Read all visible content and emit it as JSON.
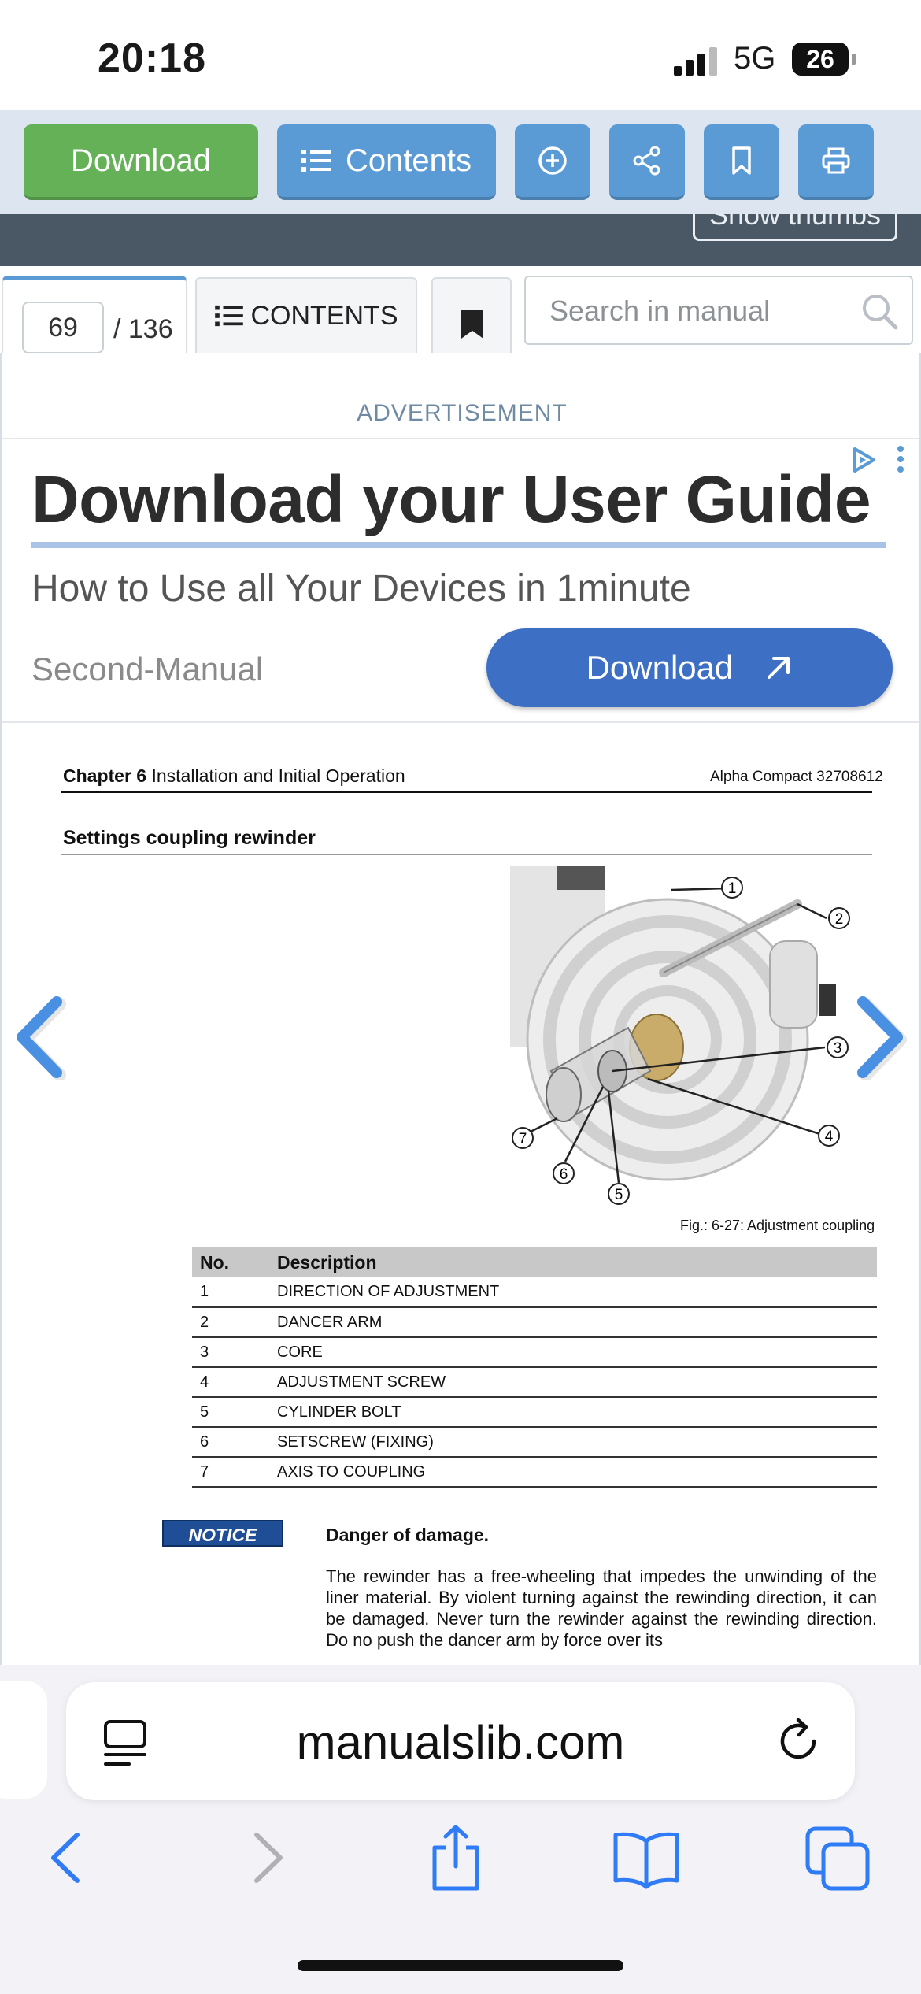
{
  "status_bar": {
    "time": "20:18",
    "network": "5G",
    "battery": "26"
  },
  "toolbar": {
    "download_label": "Download",
    "contents_label": "Contents",
    "show_thumbs_label": "Show thumbs"
  },
  "manual_nav": {
    "page_current": "69",
    "page_total": "/ 136",
    "contents_tab_label": "CONTENTS",
    "search_placeholder": "Search in manual"
  },
  "advertisement": {
    "label": "ADVERTISEMENT",
    "headline": "Download your User Guide",
    "subheadline": "How to Use all Your Devices in 1minute",
    "advertiser": "Second-Manual",
    "cta_label": "Download"
  },
  "manual_page": {
    "chapter_number": "Chapter 6",
    "chapter_title": "Installation and Initial Operation",
    "model": "Alpha Compact 32708612",
    "section_title": "Settings coupling rewinder",
    "figure_caption": "Fig.: 6-27: Adjustment coupling",
    "figure_callouts": [
      "1",
      "2",
      "3",
      "4",
      "5",
      "6",
      "7"
    ],
    "table_headers": {
      "no": "No.",
      "description": "Description"
    },
    "table_rows": [
      {
        "no": "1",
        "description": "DIRECTION OF ADJUSTMENT"
      },
      {
        "no": "2",
        "description": "DANCER ARM"
      },
      {
        "no": "3",
        "description": "CORE"
      },
      {
        "no": "4",
        "description": "ADJUSTMENT SCREW"
      },
      {
        "no": "5",
        "description": "CYLINDER BOLT"
      },
      {
        "no": "6",
        "description": "SETSCREW (FIXING)"
      },
      {
        "no": "7",
        "description": "AXIS TO COUPLING"
      }
    ],
    "notice_badge": "NOTICE",
    "notice_title": "Danger of damage.",
    "notice_body": "The rewinder has a free-wheeling that impedes the unwinding of the liner material. By violent turning against the rewinding direction, it can be damaged. Never turn the rewinder against the rewinding direction. Do no push the dancer arm by force over its"
  },
  "browser": {
    "url": "manualslib.com"
  },
  "colors": {
    "download_green": "#64b157",
    "toolbar_blue": "#5b9bd5",
    "ad_cta_blue": "#3d6fc4",
    "notice_blue": "#1f4e96",
    "safari_blue": "#2f7cf6"
  }
}
